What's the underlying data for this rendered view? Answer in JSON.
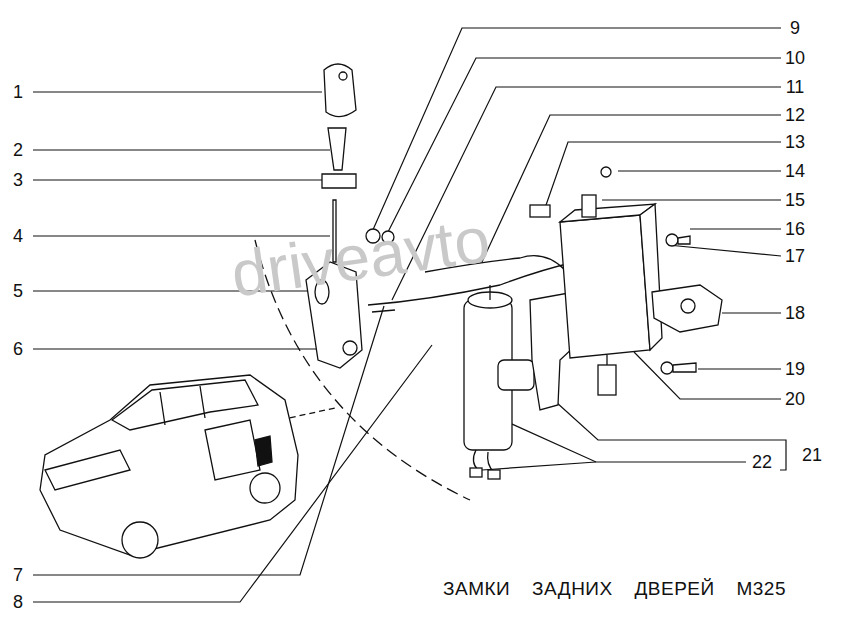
{
  "diagram": {
    "title": "ЗАМКИ ЗАДНИХ ДВЕРЕЙ М325",
    "labels": [
      "1",
      "2",
      "3",
      "4",
      "5",
      "6",
      "7",
      "8",
      "9",
      "10",
      "11",
      "12",
      "13",
      "14",
      "15",
      "16",
      "17",
      "18",
      "19",
      "20",
      "21",
      "22",
      "driveavto"
    ]
  }
}
